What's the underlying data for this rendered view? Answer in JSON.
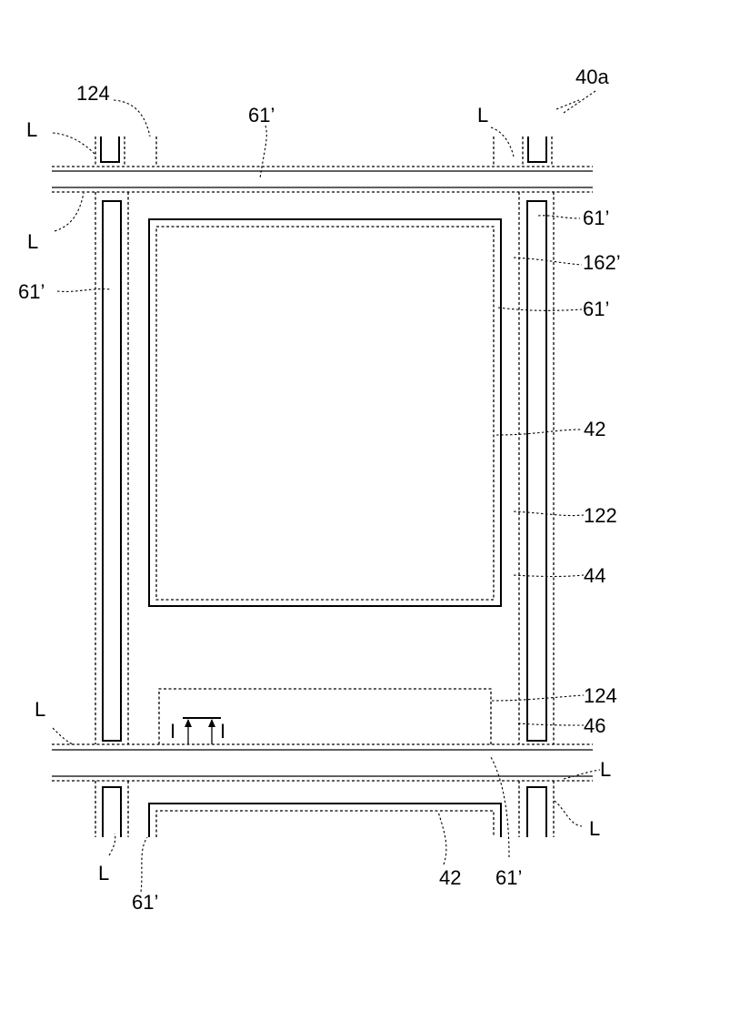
{
  "figure_ref": "40a",
  "labels": {
    "line_L": "L",
    "electrode_61p": "61’",
    "ref_124": "124",
    "ref_162p": "162’",
    "ref_42": "42",
    "ref_122": "122",
    "ref_44": "44",
    "ref_46": "46",
    "section_mark": "I"
  }
}
